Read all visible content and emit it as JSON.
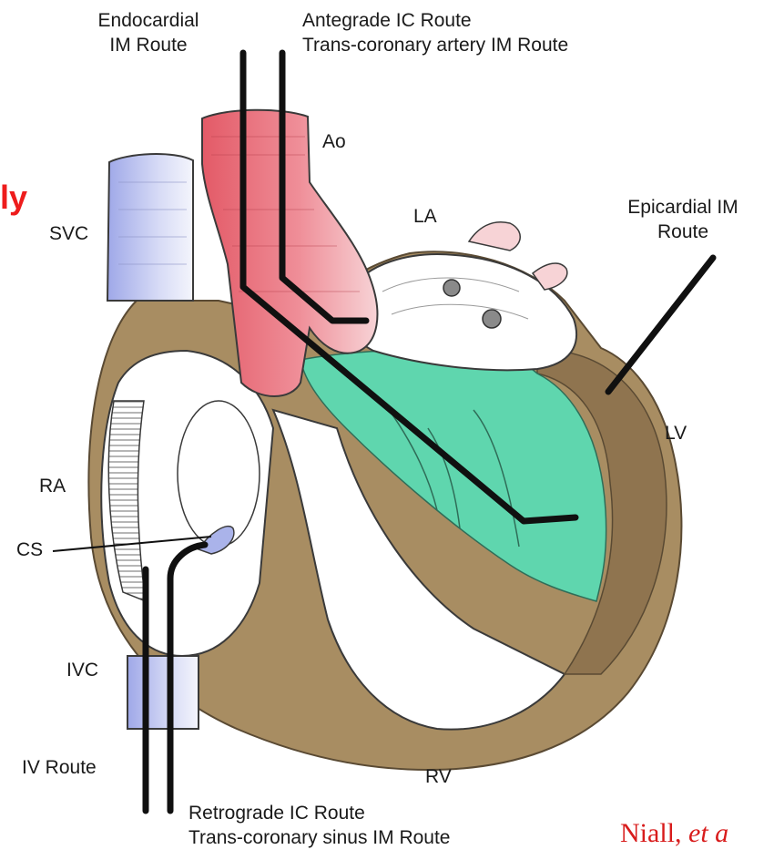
{
  "labels": {
    "endocardial": [
      "Endocardial",
      "IM Route"
    ],
    "antegrade": [
      "Antegrade IC Route",
      "Trans-coronary artery IM Route"
    ],
    "ao": "Ao",
    "la": "LA",
    "svc": "SVC",
    "epicardial": [
      "Epicardial IM",
      "Route"
    ],
    "lv": "LV",
    "ra": "RA",
    "cs": "CS",
    "ivc": "IVC",
    "iv_route": "IV Route",
    "rv": "RV",
    "retrograde": [
      "Retrograde IC Route",
      "Trans-coronary sinus IM Route"
    ]
  },
  "fragment": "ly",
  "citation": {
    "name": "Niall, ",
    "etal": "et a"
  },
  "colors": {
    "myocardium": "#a88d62",
    "myocardium_dark": "#7d6543",
    "aorta": "#e46a76",
    "aorta_light": "#f3b7bd",
    "lv_cavity": "#5fd6ae",
    "vein_blue": "#aab3ea",
    "catheter": "#101010",
    "fragment_red": "#ee1c1c",
    "citation_red": "#d81c1c"
  }
}
